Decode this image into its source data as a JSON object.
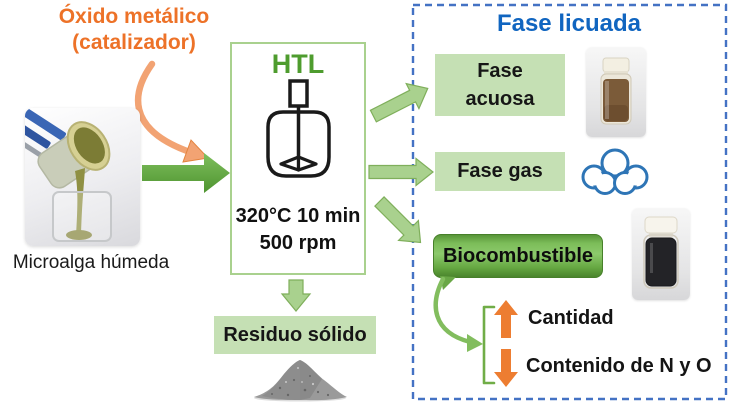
{
  "catalyst": {
    "line1": "Óxido metálico",
    "line2": "(catalizador)"
  },
  "input": {
    "label": "Microalga húmeda"
  },
  "reactor": {
    "title": "HTL",
    "conditions1": "320°C 10 min",
    "conditions2": "500 rpm"
  },
  "solid": {
    "label": "Residuo sólido"
  },
  "liquid": {
    "title": "Fase licuada",
    "aqueous_line1": "Fase",
    "aqueous_line2": "acuosa",
    "gas": "Fase gas",
    "biofuel": "Biocombustible",
    "quantity": "Cantidad",
    "content": "Contenido de N y O"
  },
  "colors": {
    "orange": "#ED7D31",
    "green_accent": "#5EA63B",
    "green_box_fill": "#C5E0B4",
    "green_arrow_fill": "#A9D18E",
    "htl_title_green": "#4E9C2E",
    "blue_title": "#1065C0",
    "cloud_blue": "#2E75B6",
    "dashed_border_blue": "#4472C4"
  }
}
